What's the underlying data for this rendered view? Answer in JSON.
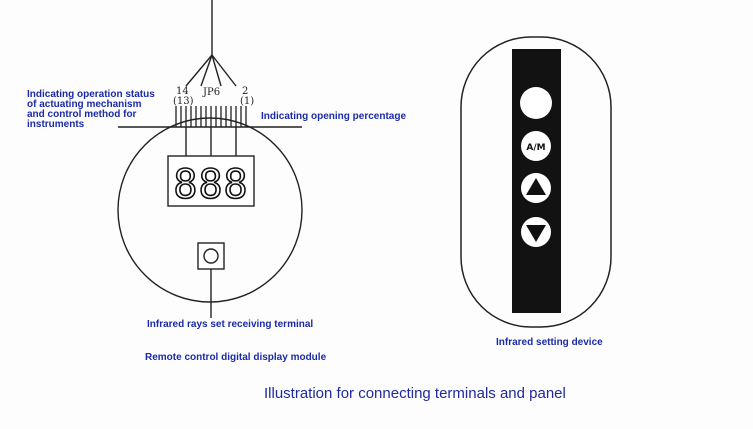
{
  "labels": {
    "status_line1": "Indicating operation status",
    "status_line2": "of actuating mechanism",
    "status_line3": "and control method for",
    "status_line4": "instruments",
    "opening": "Indicating opening percentage",
    "infrared_receiver": "Infrared rays set receiving terminal",
    "module": "Remote  control digital display module",
    "setting_device": "Infrared setting device",
    "caption": "Illustration for connecting terminals and panel"
  },
  "pins": {
    "left_num": "14",
    "left_sub": "(13)",
    "jumper": "JP6",
    "right_num": "2",
    "right_sub": "(1)"
  },
  "display": {
    "digits": "888"
  },
  "remote": {
    "mode_button": "A/M"
  }
}
